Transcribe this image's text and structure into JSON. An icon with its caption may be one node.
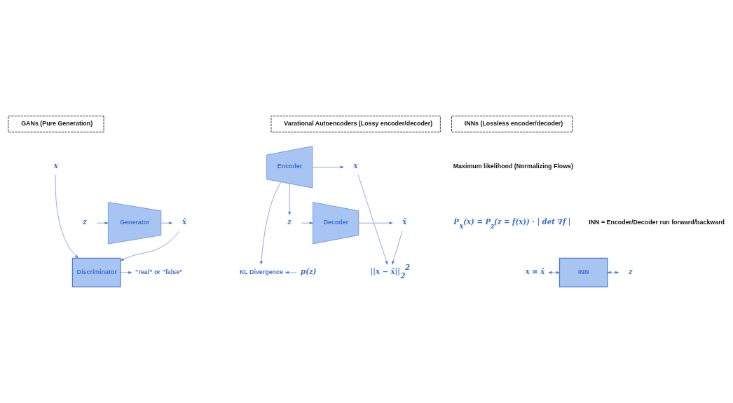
{
  "diagram": {
    "nodes": [
      {
        "text": [
          "GANs (Pure Generation)"
        ]
      },
      {
        "text": [
          "Varational Autoencoders (Lossy encoder/decoder)"
        ]
      },
      {
        "text": [
          "INNs (Lossless encoder/decoder)"
        ]
      },
      {
        "text": [
          "x"
        ]
      },
      {
        "text": [
          "Discriminator"
        ]
      },
      {
        "text": [
          "“real” or “false”"
        ]
      },
      {
        "text": [
          "x̂"
        ]
      },
      {
        "text": [
          "Generator"
        ]
      },
      {
        "text": [
          "z"
        ]
      },
      {
        "text": [
          "Encoder"
        ]
      },
      {
        "text": [
          "x"
        ]
      },
      {
        "text": [
          "||x − x̂||$_{2}$$^{2}$"
        ]
      },
      {
        "text": [
          "p(z)"
        ]
      },
      {
        "text": [
          "KL Divergence"
        ]
      },
      {
        "text": [
          "x̂"
        ]
      },
      {
        "text": [
          "Decoder"
        ]
      },
      {
        "text": [
          "z"
        ]
      },
      {
        "text": [
          "x ≡ x̂"
        ]
      },
      {
        "text": [
          "INN"
        ]
      },
      {
        "text": [
          "z"
        ]
      }
    ],
    "edges": [
      {
        "from": 3,
        "to": 4,
        "arrow": "to"
      },
      {
        "from": 4,
        "to": 5,
        "arrow": "to"
      },
      {
        "from": 7,
        "to": 6,
        "arrow": "to"
      },
      {
        "from": 6,
        "to": 4,
        "arrow": "to"
      },
      {
        "from": 8,
        "to": 7,
        "arrow": "to"
      },
      {
        "from": 9,
        "to": 10,
        "arrow": "to"
      },
      {
        "from": 10,
        "to": 11,
        "arrow": "to"
      },
      {
        "from": 14,
        "to": 11,
        "arrow": "to"
      },
      {
        "from": 12,
        "to": 13,
        "arrow": "to"
      },
      {
        "from": 9,
        "to": 16,
        "arrow": "to"
      },
      {
        "from": 9,
        "to": 13,
        "arrow": "to"
      },
      {
        "from": 16,
        "to": 15,
        "arrow": "to"
      },
      {
        "from": 15,
        "to": 14,
        "arrow": "to"
      },
      {
        "from": 17,
        "to": 18,
        "arrow": "both"
      },
      {
        "from": 18,
        "to": 19,
        "arrow": "both"
      }
    ],
    "labels": [
      "Maximum likelihood (Normalizing Flows)",
      "P$_{x}$(x) = P$_{z}$(z = f(x)) · | det ∇f |",
      "INN = Encoder/Decoder run forward/backward"
    ]
  }
}
